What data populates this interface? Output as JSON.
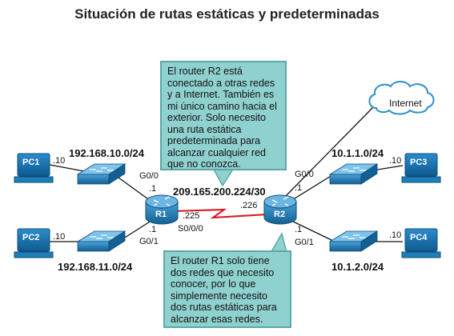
{
  "title": "Situación de rutas estáticas y predeterminadas",
  "callout_r2": "El router R2 está conectado a otras redes y a Internet. También es mi único camino hacia el exterior. Solo necesito una ruta estática predeterminada para alcanzar cualquier red que no conozca.",
  "callout_r1": "El router R1 solo tiene dos redes que necesito conocer, por lo que simplemente necesito dos rutas estáticas para alcanzar esas redes.",
  "cloud": "Internet",
  "routers": {
    "r1": "R1",
    "r2": "R2"
  },
  "pcs": {
    "pc1": "PC1",
    "pc2": "PC2",
    "pc3": "PC3",
    "pc4": "PC4"
  },
  "networks": {
    "lan1": "192.168.10.0/24",
    "lan2": "192.168.11.0/24",
    "lan3": "10.1.1.0/24",
    "lan4": "10.1.2.0/24",
    "wan": "209.165.200.224/30"
  },
  "interfaces": {
    "r1_g00": "G0/0",
    "r1_g01": "G0/1",
    "r1_s000": "S0/0/0",
    "r2_g00": "G0/0",
    "r2_g01": "G0/1"
  },
  "addresses": {
    "pc1": ".10",
    "pc2": ".10",
    "pc3": ".10",
    "pc4": ".10",
    "r1_g00": ".1",
    "r1_g01": ".1",
    "r1_serial": ".225",
    "r2_g00": ".1",
    "r2_g01": ".1",
    "r2_serial": ".226"
  },
  "colors": {
    "device_blue": "#1e7fb8",
    "callout_fill": "#8fd1cf",
    "serial_link": "#d9161b"
  }
}
